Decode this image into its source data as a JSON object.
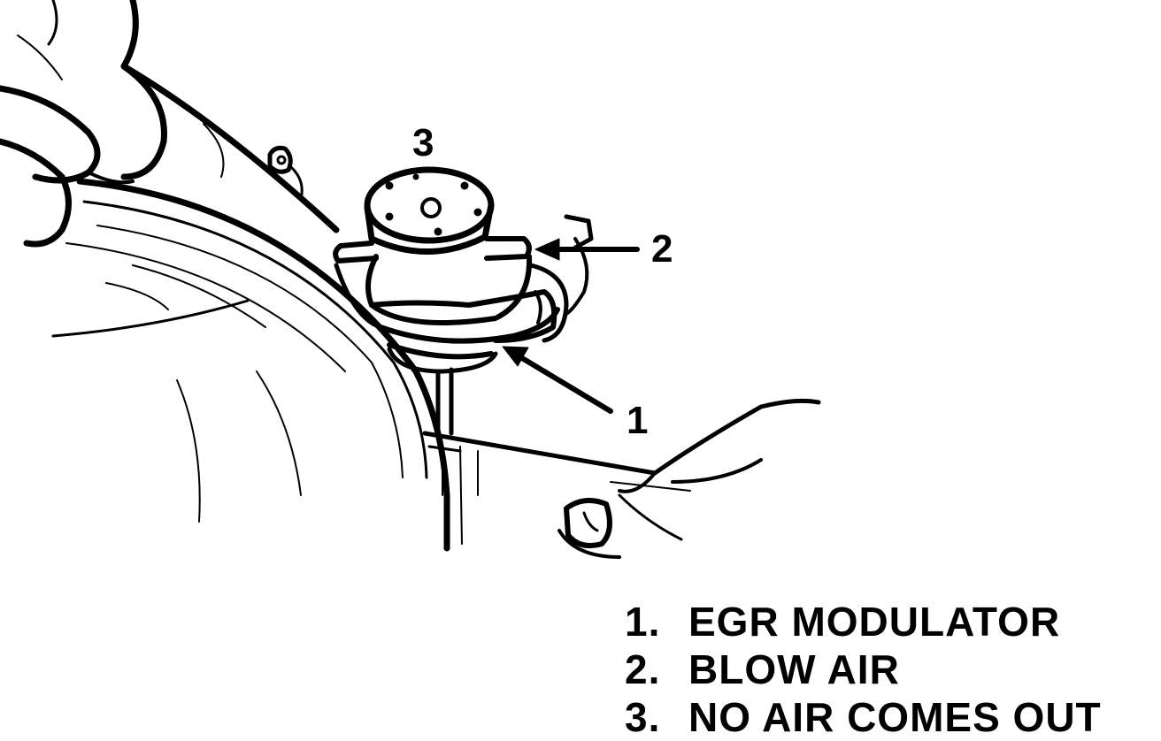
{
  "callouts": {
    "c1": "1",
    "c2": "2",
    "c3": "3"
  },
  "legend": [
    {
      "num": "1.",
      "text": "EGR MODULATOR"
    },
    {
      "num": "2.",
      "text": "BLOW AIR"
    },
    {
      "num": "3.",
      "text": "NO AIR COMES OUT"
    }
  ],
  "colors": {
    "ink": "#000000",
    "paper": "#ffffff"
  }
}
